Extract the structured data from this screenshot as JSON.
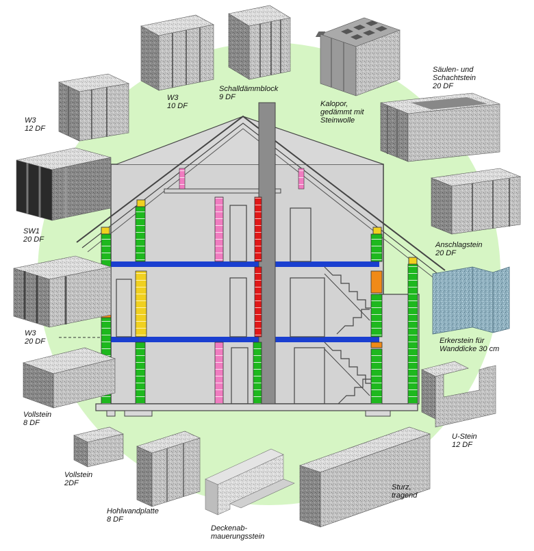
{
  "colors": {
    "background": "#ffffff",
    "circle": "#d6f5c4",
    "stone_light": "#c8c8c8",
    "stone_dark": "#8a8a8a",
    "house_wall": "#d3d3d3",
    "house_outline": "#444444",
    "floor_slab": "#1a3fd0",
    "chimney": "#8c8c8c",
    "column_green": "#1eb81e",
    "column_pink": "#f07cc0",
    "column_red": "#e01818",
    "column_orange": "#f08a18",
    "column_yellow": "#f0d020",
    "erker_stone": "#88a8b8"
  },
  "labels": {
    "w3_10df": [
      "W3",
      "10 DF"
    ],
    "schalldaemmblock": [
      "Schalldämmblock",
      "9 DF"
    ],
    "kalopor": [
      "Kalopor,",
      "gedämmt mit",
      "Steinwolle"
    ],
    "saeulen": [
      "Säulen- und",
      "Schachtstein",
      "20 DF"
    ],
    "w3_12df": [
      "W3",
      "12 DF"
    ],
    "sw1": [
      "SW1",
      "20 DF"
    ],
    "anschlag": [
      "Anschlagstein",
      "20 DF"
    ],
    "w3_20df": [
      "W3",
      "20 DF"
    ],
    "erker": [
      "Erkerstein für",
      "Wanddicke 30 cm"
    ],
    "vollstein8": [
      "Vollstein",
      "8 DF"
    ],
    "ustein": [
      "U-Stein",
      "12 DF"
    ],
    "vollstein2": [
      "Vollstein",
      "2DF"
    ],
    "hohlwand": [
      "Hohlwandplatte",
      "8 DF"
    ],
    "sturz": [
      "Sturz,",
      "tragend"
    ],
    "decken": [
      "Deckenab-",
      "mauerungsstein"
    ]
  }
}
